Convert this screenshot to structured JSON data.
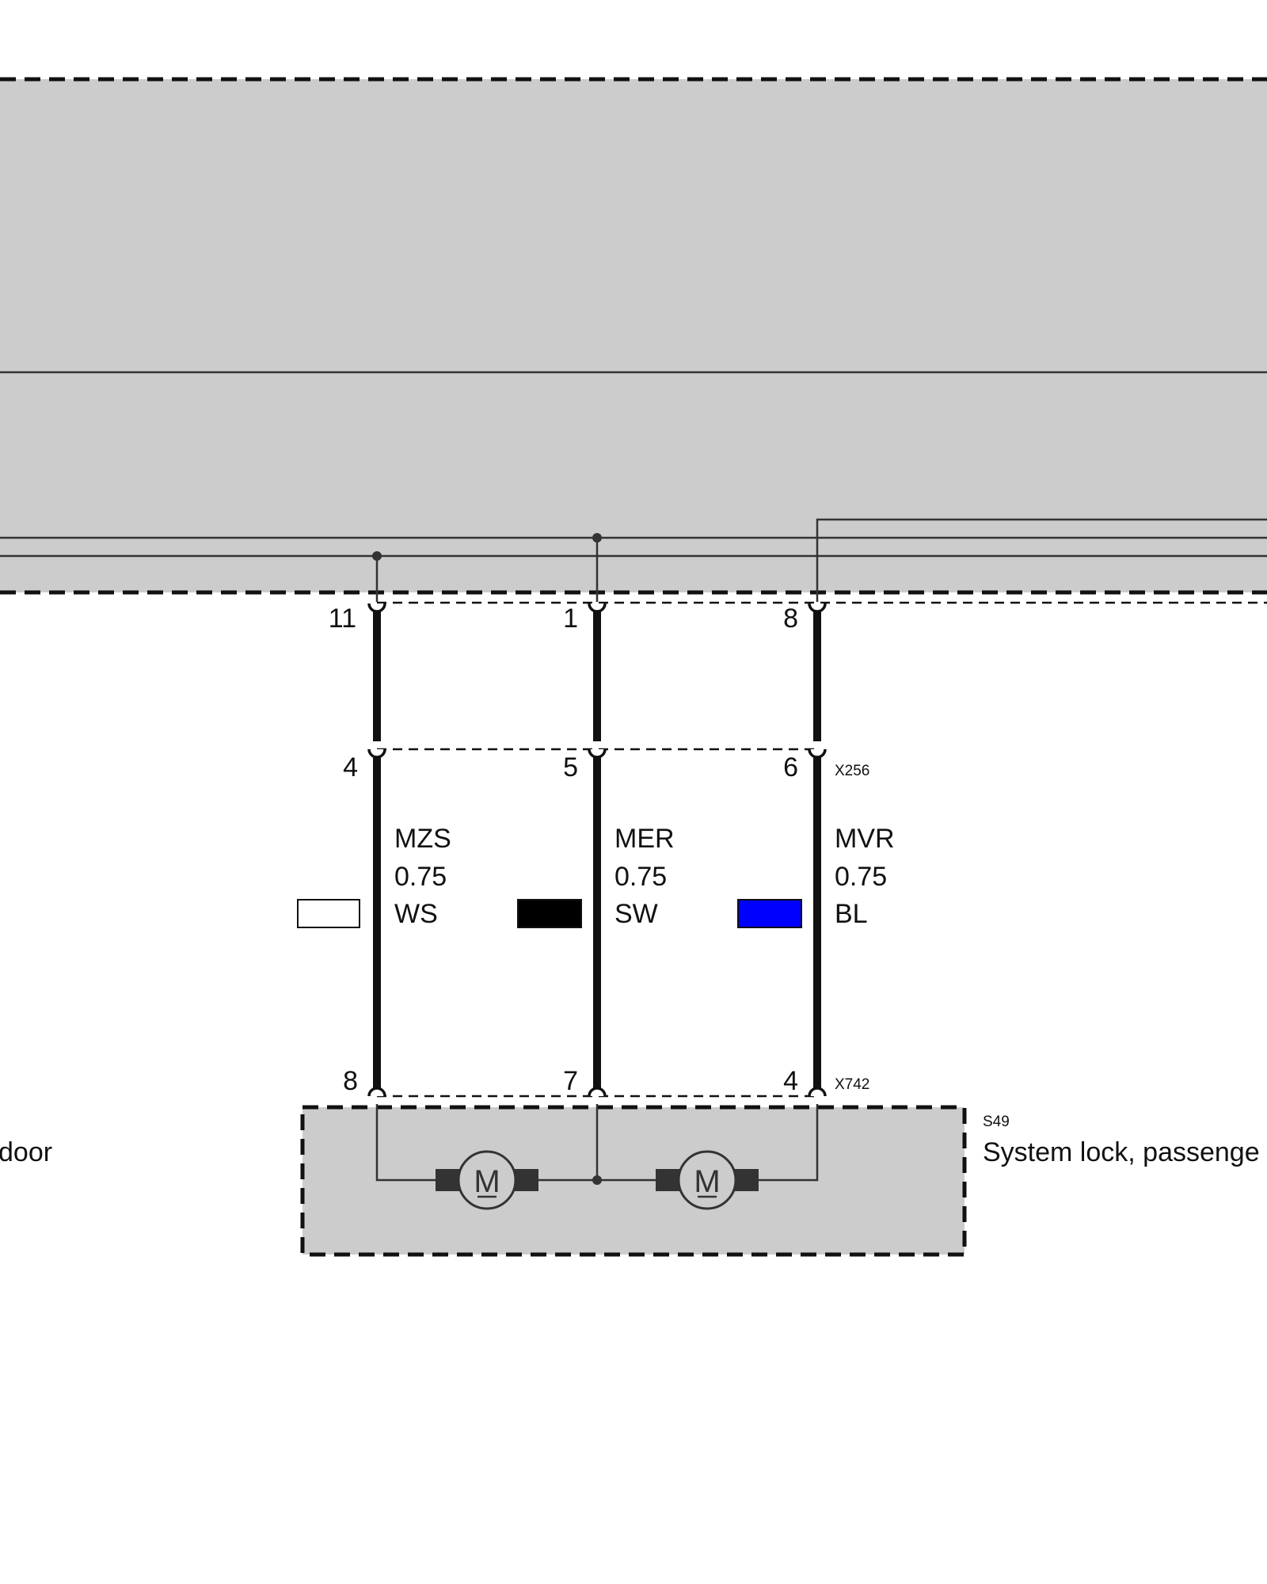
{
  "colors": {
    "module_fill": "#cccccc",
    "wire": "#111111",
    "bus_line": "#333333",
    "white_swatch": "#ffffff",
    "black_swatch": "#000000",
    "blue_swatch": "#0000ff"
  },
  "connectors": {
    "top_pins": [
      "11",
      "1",
      "8"
    ],
    "x256": {
      "id": "X256",
      "pins": [
        "4",
        "5",
        "6"
      ]
    },
    "x742": {
      "id": "X742",
      "pins": [
        "8",
        "7",
        "4"
      ]
    }
  },
  "wires": [
    {
      "name": "MZS",
      "size": "0.75",
      "color_code": "WS",
      "swatch": "#ffffff"
    },
    {
      "name": "MER",
      "size": "0.75",
      "color_code": "SW",
      "swatch": "#000000"
    },
    {
      "name": "MVR",
      "size": "0.75",
      "color_code": "BL",
      "swatch": "#0000ff"
    }
  ],
  "components": {
    "s49": {
      "id": "S49",
      "label": "System lock, passenge"
    },
    "left_partial_label": "door",
    "motor_icon": "M"
  }
}
